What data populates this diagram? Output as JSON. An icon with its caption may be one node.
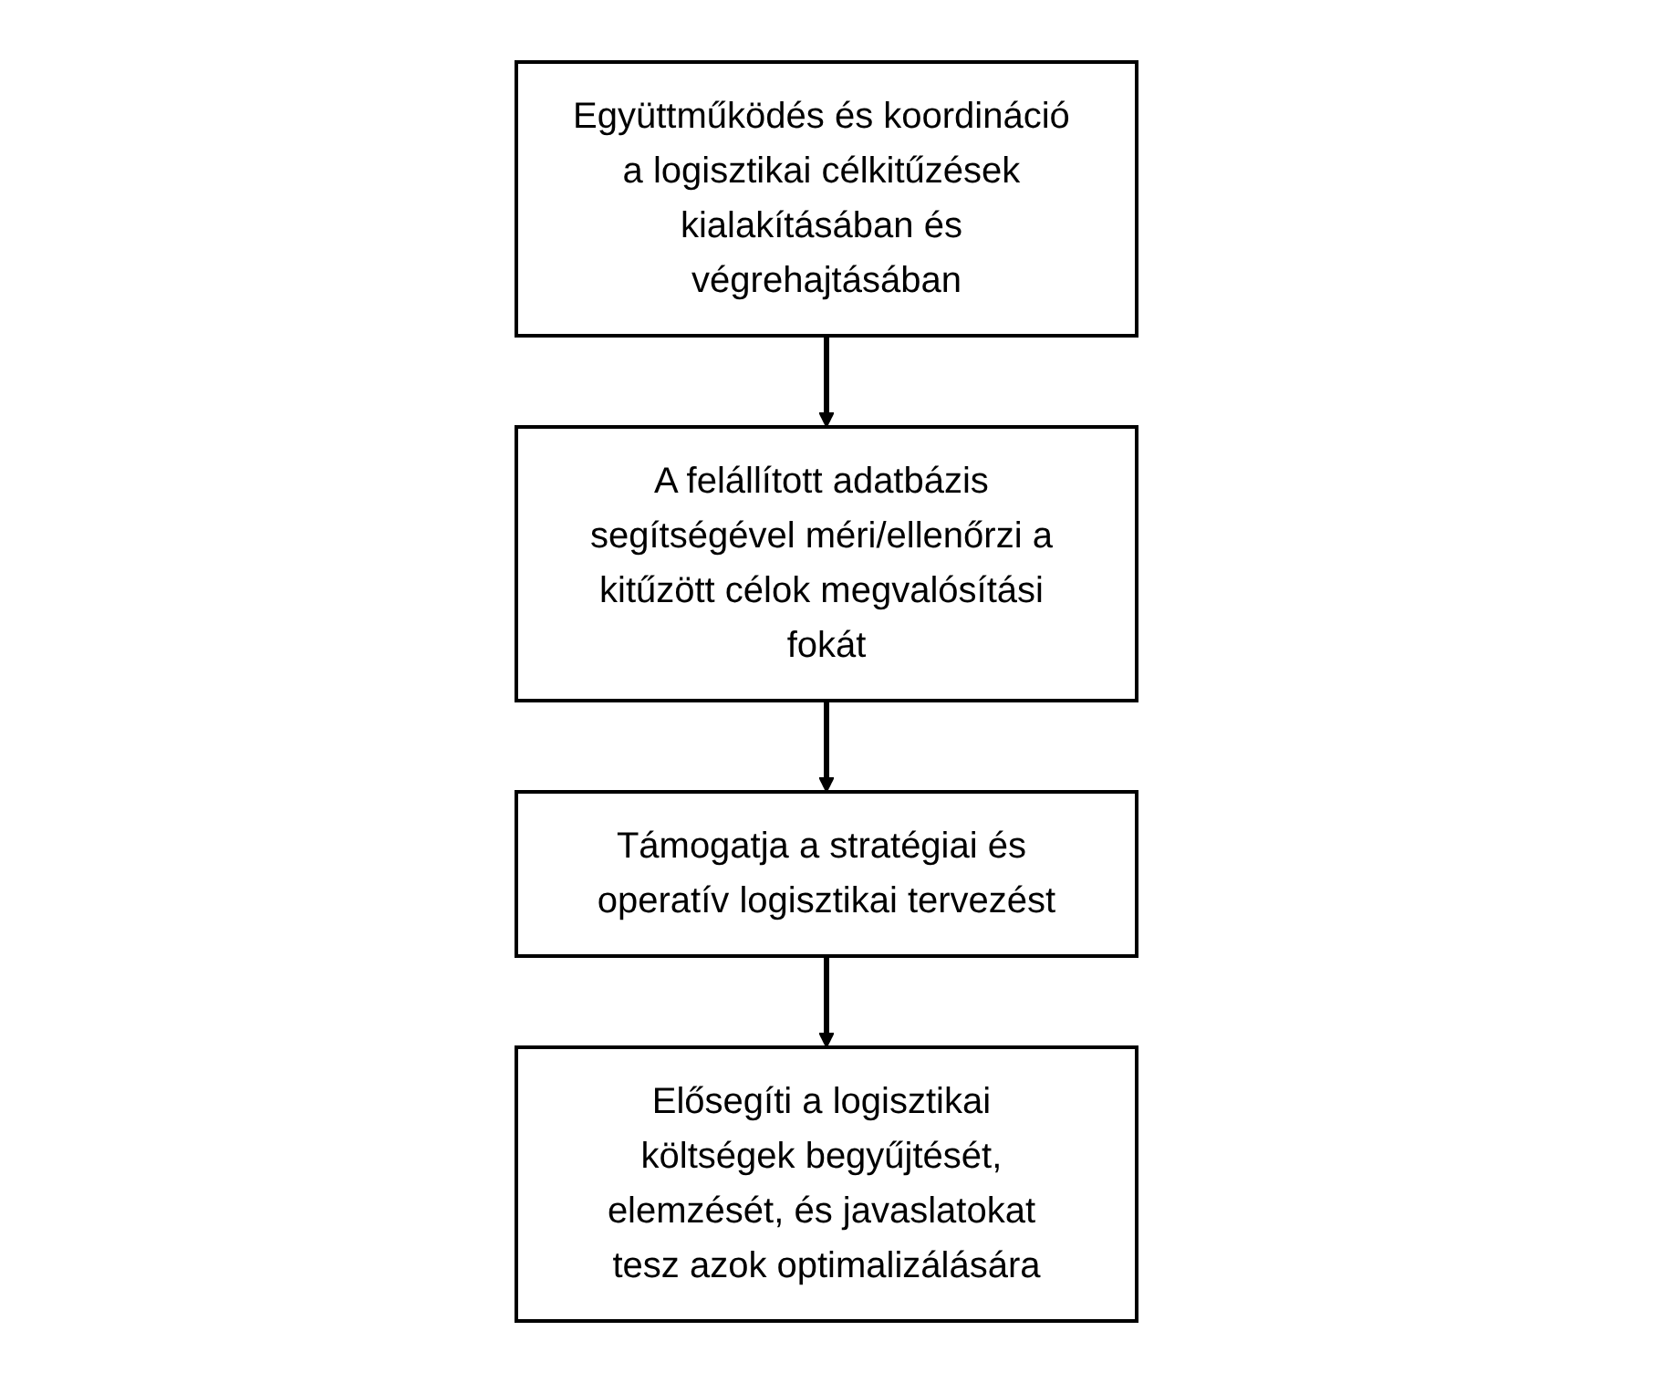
{
  "diagram": {
    "nodes": [
      {
        "text": [
          "Együttműködés és koordináció a logisztikai célkitűzések kialakításában és végrehajtásában"
        ]
      },
      {
        "text": [
          "A felállított adatbázis segítségével méri/ellenőrzi a kitűzött célok megvalósítási fokát"
        ]
      },
      {
        "text": [
          "Támogatja a stratégiai és operatív logisztikai tervezést"
        ]
      },
      {
        "text": [
          "Elősegíti a logisztikai költségek begyűjtését, elemzését, és javaslatokat tesz azok optimalizálására"
        ]
      }
    ],
    "edges": [
      {
        "from": 0,
        "to": 1,
        "arrow": "to"
      },
      {
        "from": 1,
        "to": 2,
        "arrow": "to"
      },
      {
        "from": 2,
        "to": 3,
        "arrow": "to"
      }
    ]
  }
}
